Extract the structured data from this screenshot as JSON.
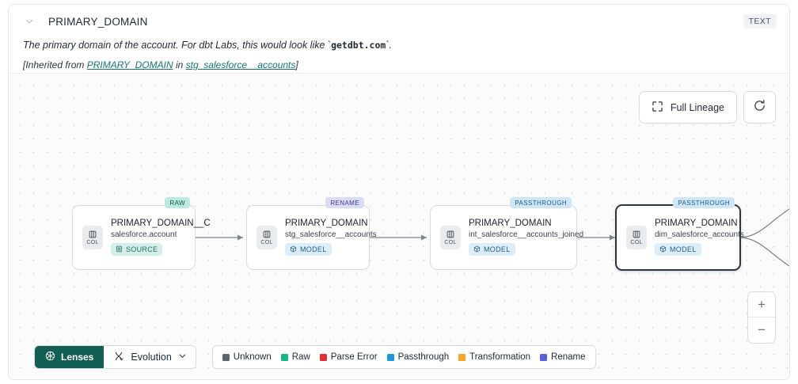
{
  "header": {
    "chevron_icon": "chevron-down-icon",
    "column_name": "PRIMARY_DOMAIN",
    "type_badge": "TEXT",
    "description_pre": "The primary domain of the account. For dbt Labs, this would look like `",
    "description_code": "getdbt.com",
    "description_post": "`.",
    "inherited_prefix": "[Inherited from ",
    "inherited_link_1": "PRIMARY_DOMAIN",
    "inherited_mid": " in ",
    "inherited_link_2": "stg_salesforce__accounts",
    "inherited_suffix": "]"
  },
  "canvas": {
    "full_lineage_label": "Full Lineage",
    "full_lineage_icon": "expand-corners-icon",
    "refresh_icon": "refresh-icon",
    "zoom_in_label": "+",
    "zoom_out_label": "−"
  },
  "nodes": [
    {
      "tag": "RAW",
      "tag_class": "tag-raw",
      "chip_label": "COL",
      "title": "PRIMARY_DOMAIN__C",
      "subtitle": "salesforce.account",
      "kind": "SOURCE",
      "kind_class": "kind-source",
      "kind_icon": "database-icon",
      "selected": false
    },
    {
      "tag": "RENAME",
      "tag_class": "tag-rename",
      "chip_label": "COL",
      "title": "PRIMARY_DOMAIN",
      "subtitle": "stg_salesforce__accounts",
      "kind": "MODEL",
      "kind_class": "kind-model",
      "kind_icon": "cube-icon",
      "selected": false
    },
    {
      "tag": "PASSTHROUGH",
      "tag_class": "tag-passthrough",
      "chip_label": "COL",
      "title": "PRIMARY_DOMAIN",
      "subtitle": "int_salesforce__accounts_joined",
      "kind": "MODEL",
      "kind_class": "kind-model",
      "kind_icon": "cube-icon",
      "selected": false
    },
    {
      "tag": "PASSTHROUGH",
      "tag_class": "tag-passthrough",
      "chip_label": "COL",
      "title": "PRIMARY_DOMAIN",
      "subtitle": "dim_salesforce_accounts",
      "kind": "MODEL",
      "kind_class": "kind-model",
      "kind_icon": "cube-icon",
      "selected": true
    }
  ],
  "toolbar": {
    "lenses_label": "Lenses",
    "lenses_icon": "aperture-icon",
    "evolution_label": "Evolution",
    "evolution_icon": "evolution-icon",
    "evolution_chevron_icon": "chevron-down-icon"
  },
  "legend": [
    {
      "label": "Unknown",
      "color": "#5b6670"
    },
    {
      "label": "Raw",
      "color": "#12b886"
    },
    {
      "label": "Parse Error",
      "color": "#e03131"
    },
    {
      "label": "Passthrough",
      "color": "#1c9ae0"
    },
    {
      "label": "Transformation",
      "color": "#f5a623"
    },
    {
      "label": "Rename",
      "color": "#5a5fe0"
    }
  ]
}
